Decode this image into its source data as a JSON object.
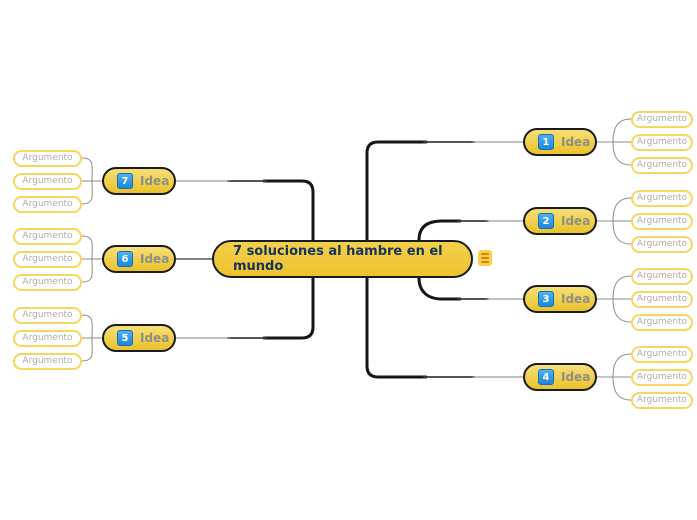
{
  "root": {
    "label": "7 soluciones al hambre en el mundo",
    "menu_icon": "hamburger-icon"
  },
  "ideas": [
    {
      "number": "1",
      "label": "Idea",
      "side": "right",
      "arguments": [
        "Argumento",
        "Argumento",
        "Argumento"
      ]
    },
    {
      "number": "2",
      "label": "Idea",
      "side": "right",
      "arguments": [
        "Argumento",
        "Argumento",
        "Argumento"
      ]
    },
    {
      "number": "3",
      "label": "Idea",
      "side": "right",
      "arguments": [
        "Argumento",
        "Argumento",
        "Argumento"
      ]
    },
    {
      "number": "4",
      "label": "Idea",
      "side": "right",
      "arguments": [
        "Argumento",
        "Argumento",
        "Argumento"
      ]
    },
    {
      "number": "7",
      "label": "Idea",
      "side": "left",
      "arguments": [
        "Argumento",
        "Argumento",
        "Argumento"
      ]
    },
    {
      "number": "6",
      "label": "Idea",
      "side": "left",
      "arguments": [
        "Argumento",
        "Argumento",
        "Argumento"
      ]
    },
    {
      "number": "5",
      "label": "Idea",
      "side": "left",
      "arguments": [
        "Argumento",
        "Argumento",
        "Argumento"
      ]
    }
  ],
  "colors": {
    "node_fill_top": "#f6df77",
    "node_fill_bottom": "#eac229",
    "node_border": "#1b1b1b",
    "badge_blue": "#1d87dc",
    "leaf_border": "#f6d65f",
    "leaf_text": "#adada4",
    "idea_text": "#8f8f85",
    "root_text": "#17335c",
    "connector_thick": "#161616",
    "connector_thin": "#8a8a8a",
    "menu_bg": "#f8d04b",
    "menu_lines": "#d4820a"
  }
}
